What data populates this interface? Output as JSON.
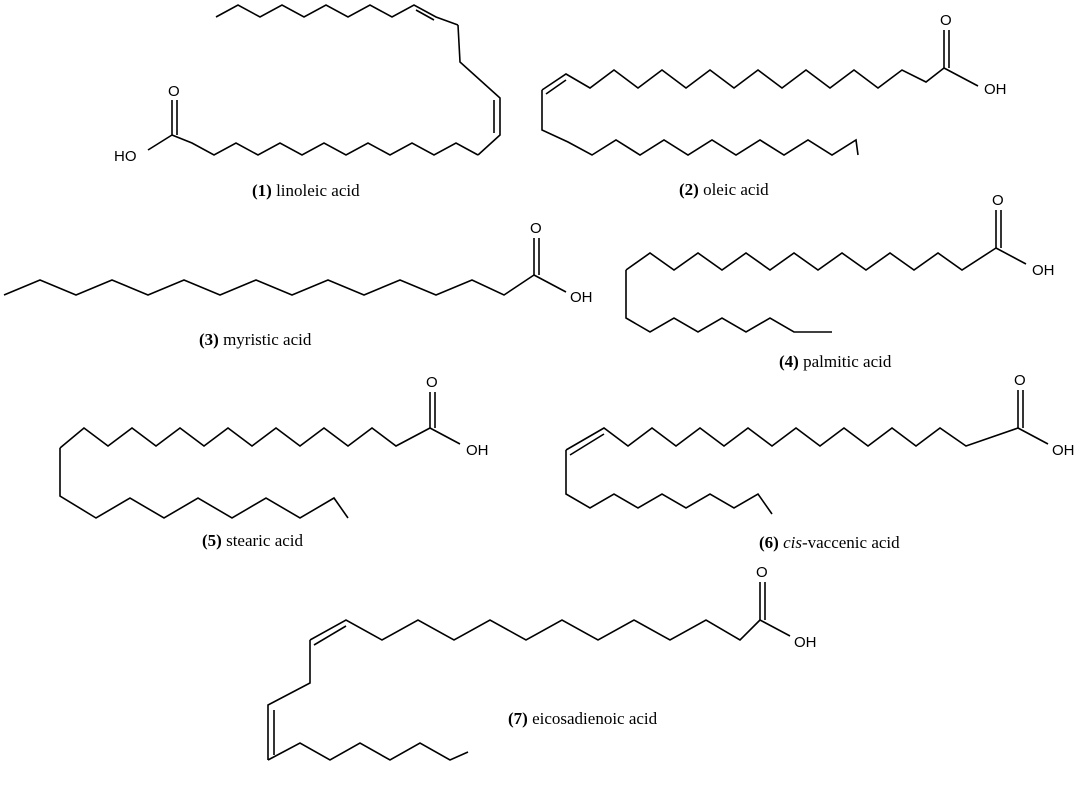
{
  "molecules": [
    {
      "number": "(1)",
      "name": "linoleic acid",
      "name_italic_prefix": "",
      "oh_label": "HO",
      "o_label": "O"
    },
    {
      "number": "(2)",
      "name": "oleic acid",
      "name_italic_prefix": "",
      "oh_label": "OH",
      "o_label": "O"
    },
    {
      "number": "(3)",
      "name": "myristic acid",
      "name_italic_prefix": "",
      "oh_label": "OH",
      "o_label": "O"
    },
    {
      "number": "(4)",
      "name": "palmitic acid",
      "name_italic_prefix": "",
      "oh_label": "OH",
      "o_label": "O"
    },
    {
      "number": "(5)",
      "name": "stearic acid",
      "name_italic_prefix": "",
      "oh_label": "OH",
      "o_label": "O"
    },
    {
      "number": "(6)",
      "name": "-vaccenic acid",
      "name_italic_prefix": "cis",
      "oh_label": "OH",
      "o_label": "O"
    },
    {
      "number": "(7)",
      "name": "eicosadienoic acid",
      "name_italic_prefix": "",
      "oh_label": "OH",
      "o_label": "O"
    }
  ]
}
